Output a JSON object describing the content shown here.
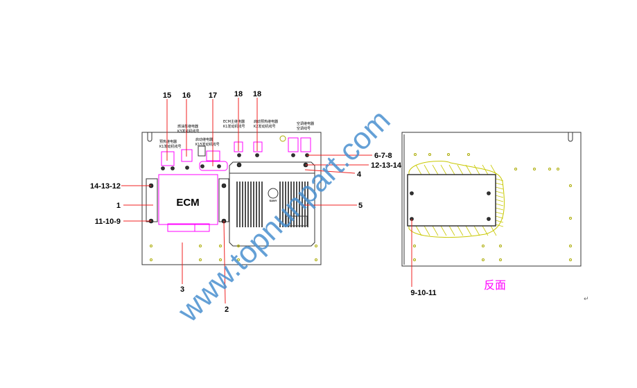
{
  "front": {
    "ecm_label": "ECM",
    "callouts_top": [
      "15",
      "16",
      "17",
      "18",
      "18"
    ],
    "callouts_left": [
      "14-13-12",
      "1",
      "11-10-9"
    ],
    "callouts_right": [
      "6-7-8",
      "12-13-14",
      "4",
      "5"
    ],
    "callouts_bottom": [
      "3",
      "2"
    ],
    "relay_labels": [
      [
        "预热继电器",
        "K1发动机线号"
      ],
      [
        "燃油泵继电器",
        "K3发动机线号"
      ],
      [
        "启动继电器",
        "K15发动机线号"
      ],
      [
        "ECM主继电器",
        "K1发动机线号"
      ],
      [
        "启动预热继电器",
        "K2发动机线号"
      ],
      [
        "空调继电器",
        "空调线号"
      ]
    ],
    "logo_text": "SANY"
  },
  "back": {
    "title": "反面",
    "callout": "9-10-11"
  },
  "watermark": "www.topnunpart.com",
  "colors": {
    "callout_line": "#f02020",
    "component": "#ff00ff",
    "hatch": "#c8c800",
    "watermark": "#4a90d0",
    "back_title": "#ff00ff"
  }
}
